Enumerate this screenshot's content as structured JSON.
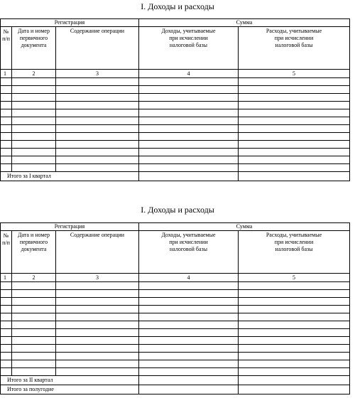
{
  "sections": [
    {
      "title": "I. Доходы и расходы",
      "group_registration": "Регистрация",
      "group_sum": "Сумма",
      "col_no": "№ п/п",
      "col_date": "Дата и номер первичного документа",
      "col_content": "Содержание операции",
      "col_income": "Доходы, учитываемые при исчислении налоговой базы",
      "col_expense": "Расходы, учитываемые при исчислении налоговой базы",
      "index": [
        "1",
        "2",
        "3",
        "4",
        "5"
      ],
      "totals": [
        "Итого за I квартал"
      ]
    },
    {
      "title": "I. Доходы и расходы",
      "group_registration": "Регистрация",
      "group_sum": "Сумма",
      "col_no": "№ п/п",
      "col_date": "Дата и номер первичного документа",
      "col_content": "Содержание операции",
      "col_income": "Доходы, учитываемые при исчислении налоговой базы",
      "col_expense": "Расходы, учитываемые при исчислении налоговой базы",
      "index": [
        "1",
        "2",
        "3",
        "4",
        "5"
      ],
      "totals": [
        "Итого за II квартал",
        "Итого за полугодие"
      ]
    }
  ]
}
